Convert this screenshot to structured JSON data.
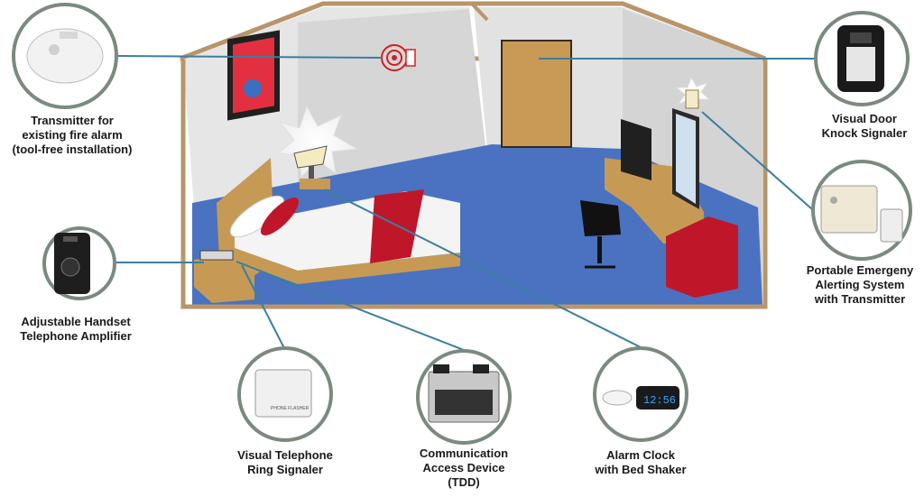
{
  "callouts": {
    "fire_alarm_transmitter": {
      "lines": [
        "Transmitter for",
        "existing fire alarm",
        "(tool-free installation)"
      ]
    },
    "handset_amplifier": {
      "lines": [
        "Adjustable Handset",
        "Telephone Amplifier"
      ]
    },
    "telephone_ring_signaler": {
      "lines": [
        "Visual Telephone",
        "Ring Signaler"
      ]
    },
    "tdd": {
      "lines": [
        "Communication",
        "Access Device",
        "(TDD)"
      ]
    },
    "alarm_clock": {
      "lines": [
        "Alarm Clock",
        "with Bed Shaker"
      ]
    },
    "door_knock_signaler": {
      "lines": [
        "Visual Door",
        "Knock Signaler"
      ]
    },
    "portable_alerting": {
      "lines": [
        "Portable Emergeny",
        "Alerting System",
        "with Transmitter"
      ]
    }
  },
  "device_labels": {
    "phone_flasher": "PHONE FLASHER",
    "clock_time": "12:56"
  },
  "colors": {
    "wall": "#e4e4e4",
    "floor": "#4a72c0",
    "frame": "#b8956a",
    "bedspread_accent": "#c0162a",
    "connector": "#3a7fa0",
    "badge_ring": "#7a8a7e"
  }
}
